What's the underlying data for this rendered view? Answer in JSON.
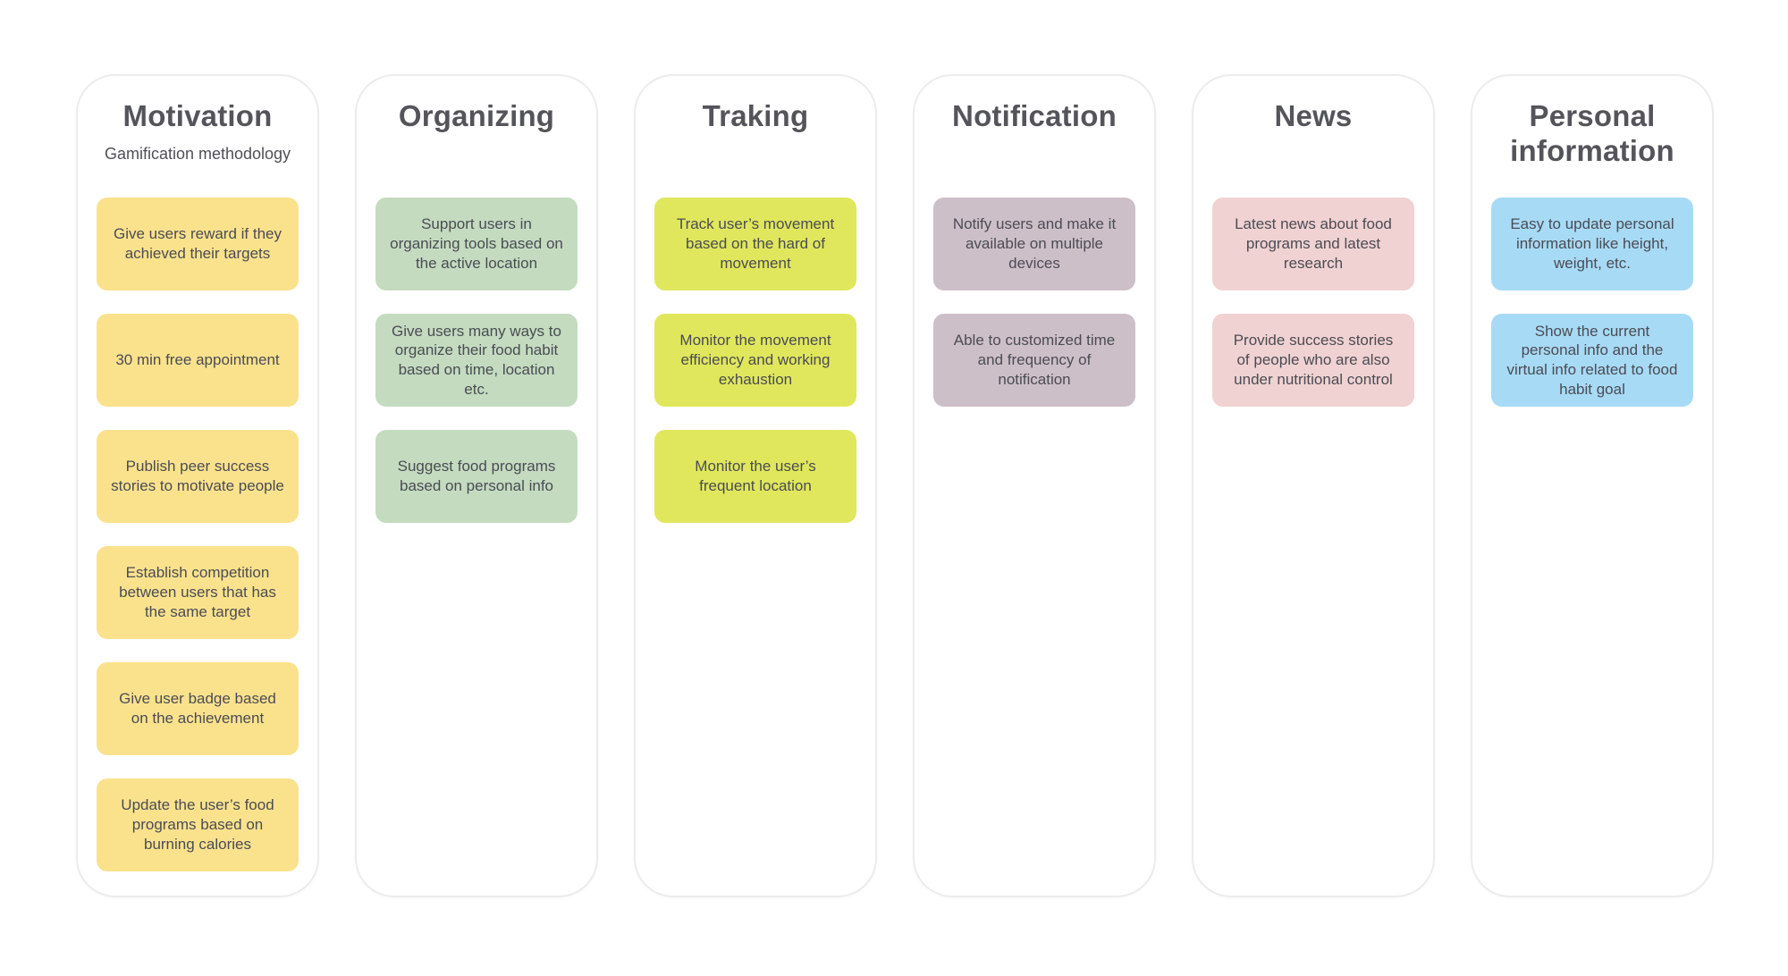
{
  "board": {
    "background_color": "#ffffff",
    "column_border_color": "#ececec",
    "title_color": "#54555a",
    "card_text_color": "#4b4c54",
    "columns": [
      {
        "title": "Motivation",
        "subtitle": "Gamification methodology",
        "card_color": "#fae28d",
        "cards": [
          "Give users reward if they achieved their targets",
          "30 min free appointment",
          "Publish peer success stories to motivate people",
          "Establish competition between users that has the same target",
          "Give user badge based on the achievement",
          "Update the user’s food programs based on burning calories"
        ]
      },
      {
        "title": "Organizing",
        "subtitle": "",
        "card_color": "#c4dbc0",
        "cards": [
          "Support users in organizing tools based on the active location",
          "Give users many ways to organize their food habit based on time, location etc.",
          "Suggest food programs based on personal info"
        ]
      },
      {
        "title": "Traking",
        "subtitle": "",
        "card_color": "#e0e75c",
        "cards": [
          "Track user’s movement based on the hard of movement",
          "Monitor the movement efficiency and working exhaustion",
          "Monitor the user’s frequent location"
        ]
      },
      {
        "title": "Notification",
        "subtitle": "",
        "card_color": "#cdbfc8",
        "cards": [
          "Notify users and make it available on multiple devices",
          "Able to customized time and frequency of notification"
        ]
      },
      {
        "title": "News",
        "subtitle": "",
        "card_color": "#f0d2d2",
        "cards": [
          "Latest news about food programs and latest research",
          "Provide success stories of people who are also under nutritional control"
        ]
      },
      {
        "title": "Personal information",
        "subtitle": "",
        "card_color": "#a7daf5",
        "cards": [
          "Easy to update personal information like height, weight, etc.",
          "Show the current personal info and the virtual info related to food habit goal"
        ]
      }
    ]
  }
}
